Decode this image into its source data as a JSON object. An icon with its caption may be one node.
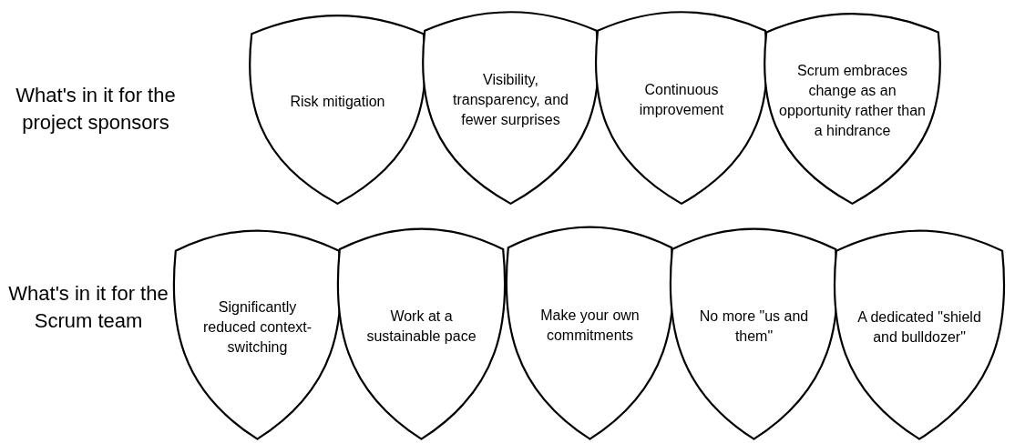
{
  "diagram": {
    "nodes": [
      {
        "text": [
          "Risk mitigation"
        ]
      },
      {
        "text": [
          "Visibility, transparency, and fewer surprises"
        ]
      },
      {
        "text": [
          "Continuous improvement"
        ]
      },
      {
        "text": [
          "Scrum embraces change as an opportunity rather than a hindrance"
        ]
      },
      {
        "text": [
          "Significantly reduced context-switching"
        ]
      },
      {
        "text": [
          "Work at a sustainable pace"
        ]
      },
      {
        "text": [
          "Make your own commitments"
        ]
      },
      {
        "text": [
          "No more \"us and them\""
        ]
      },
      {
        "text": [
          "A dedicated \"shield and bulldozer\""
        ]
      }
    ],
    "labels": [
      "What's in it for the project sponsors",
      "What's in it for the Scrum team"
    ]
  }
}
